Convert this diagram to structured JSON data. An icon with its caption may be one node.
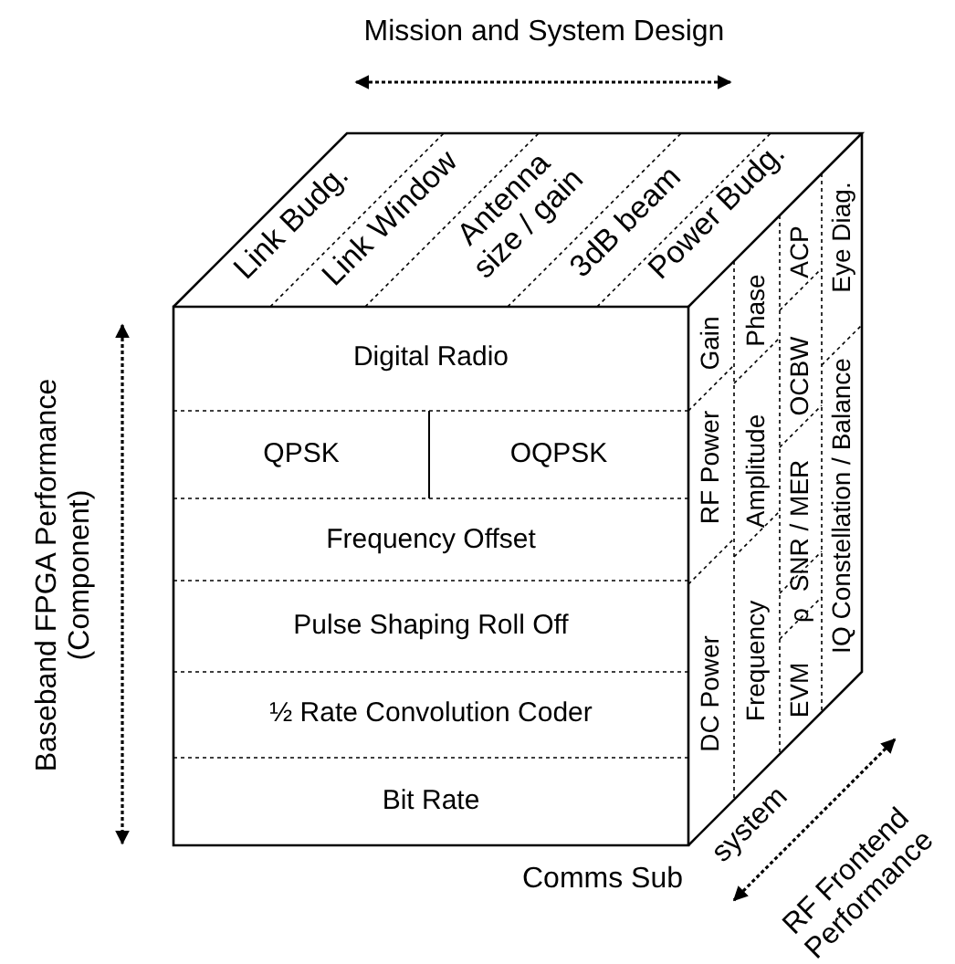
{
  "diagram": {
    "labels": [
      "Mission and System Design",
      "Link Budg.",
      "Link Window",
      "Antenna size / gain",
      "3dB beam",
      "Power Budg.",
      "Baseband FPGA Performance (Component)",
      "Digital Radio",
      "QPSK",
      "OQPSK",
      "Frequency Offset",
      "Pulse Shaping Roll Off",
      "½ Rate Convolution Coder",
      "Bit Rate",
      "DC Power",
      "RF Power",
      "Gain",
      "Frequency",
      "Amplitude",
      "Phase",
      "EVM",
      "ρ",
      "SNR / MER",
      "OCBW",
      "ACP",
      "IQ Constellation / Balance",
      "Eye Diag.",
      "Comms Sub",
      "system",
      "RF Frontend Performance"
    ]
  }
}
